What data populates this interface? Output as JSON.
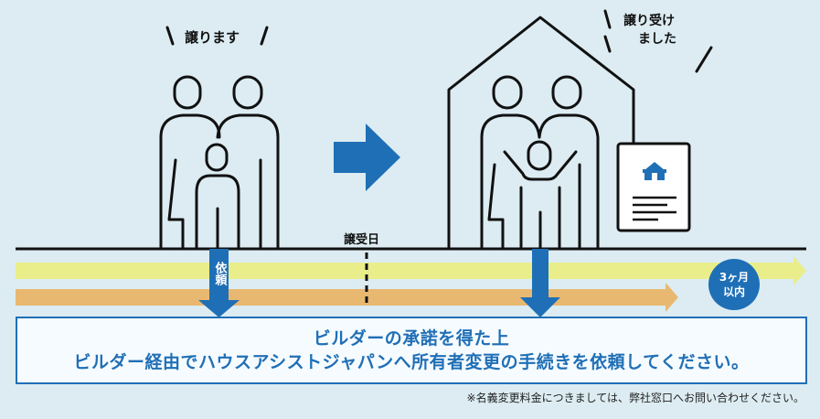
{
  "giver_caption": "譲ります",
  "receiver_caption_line1": "譲り受け",
  "receiver_caption_line2": "ました",
  "transfer_date_label": "譲受日",
  "request_label": "依頼",
  "deadline_badge_line1": "3ヶ月",
  "deadline_badge_line2": "以内",
  "notice_line1": "ビルダーの承諾を得た上",
  "notice_line2": "ビルダー経由でハウスアシストジャパンへ所有者変更の手続きを依頼してください。",
  "footnote": "※名義変更料金につきましては、弊社窓口へお問い合わせください。",
  "colors": {
    "background": "#dcecf2",
    "brand_blue": "#1f6fb6",
    "yellow_band": "#e9ee8a",
    "orange_band": "#e9b870",
    "line": "#111111"
  }
}
